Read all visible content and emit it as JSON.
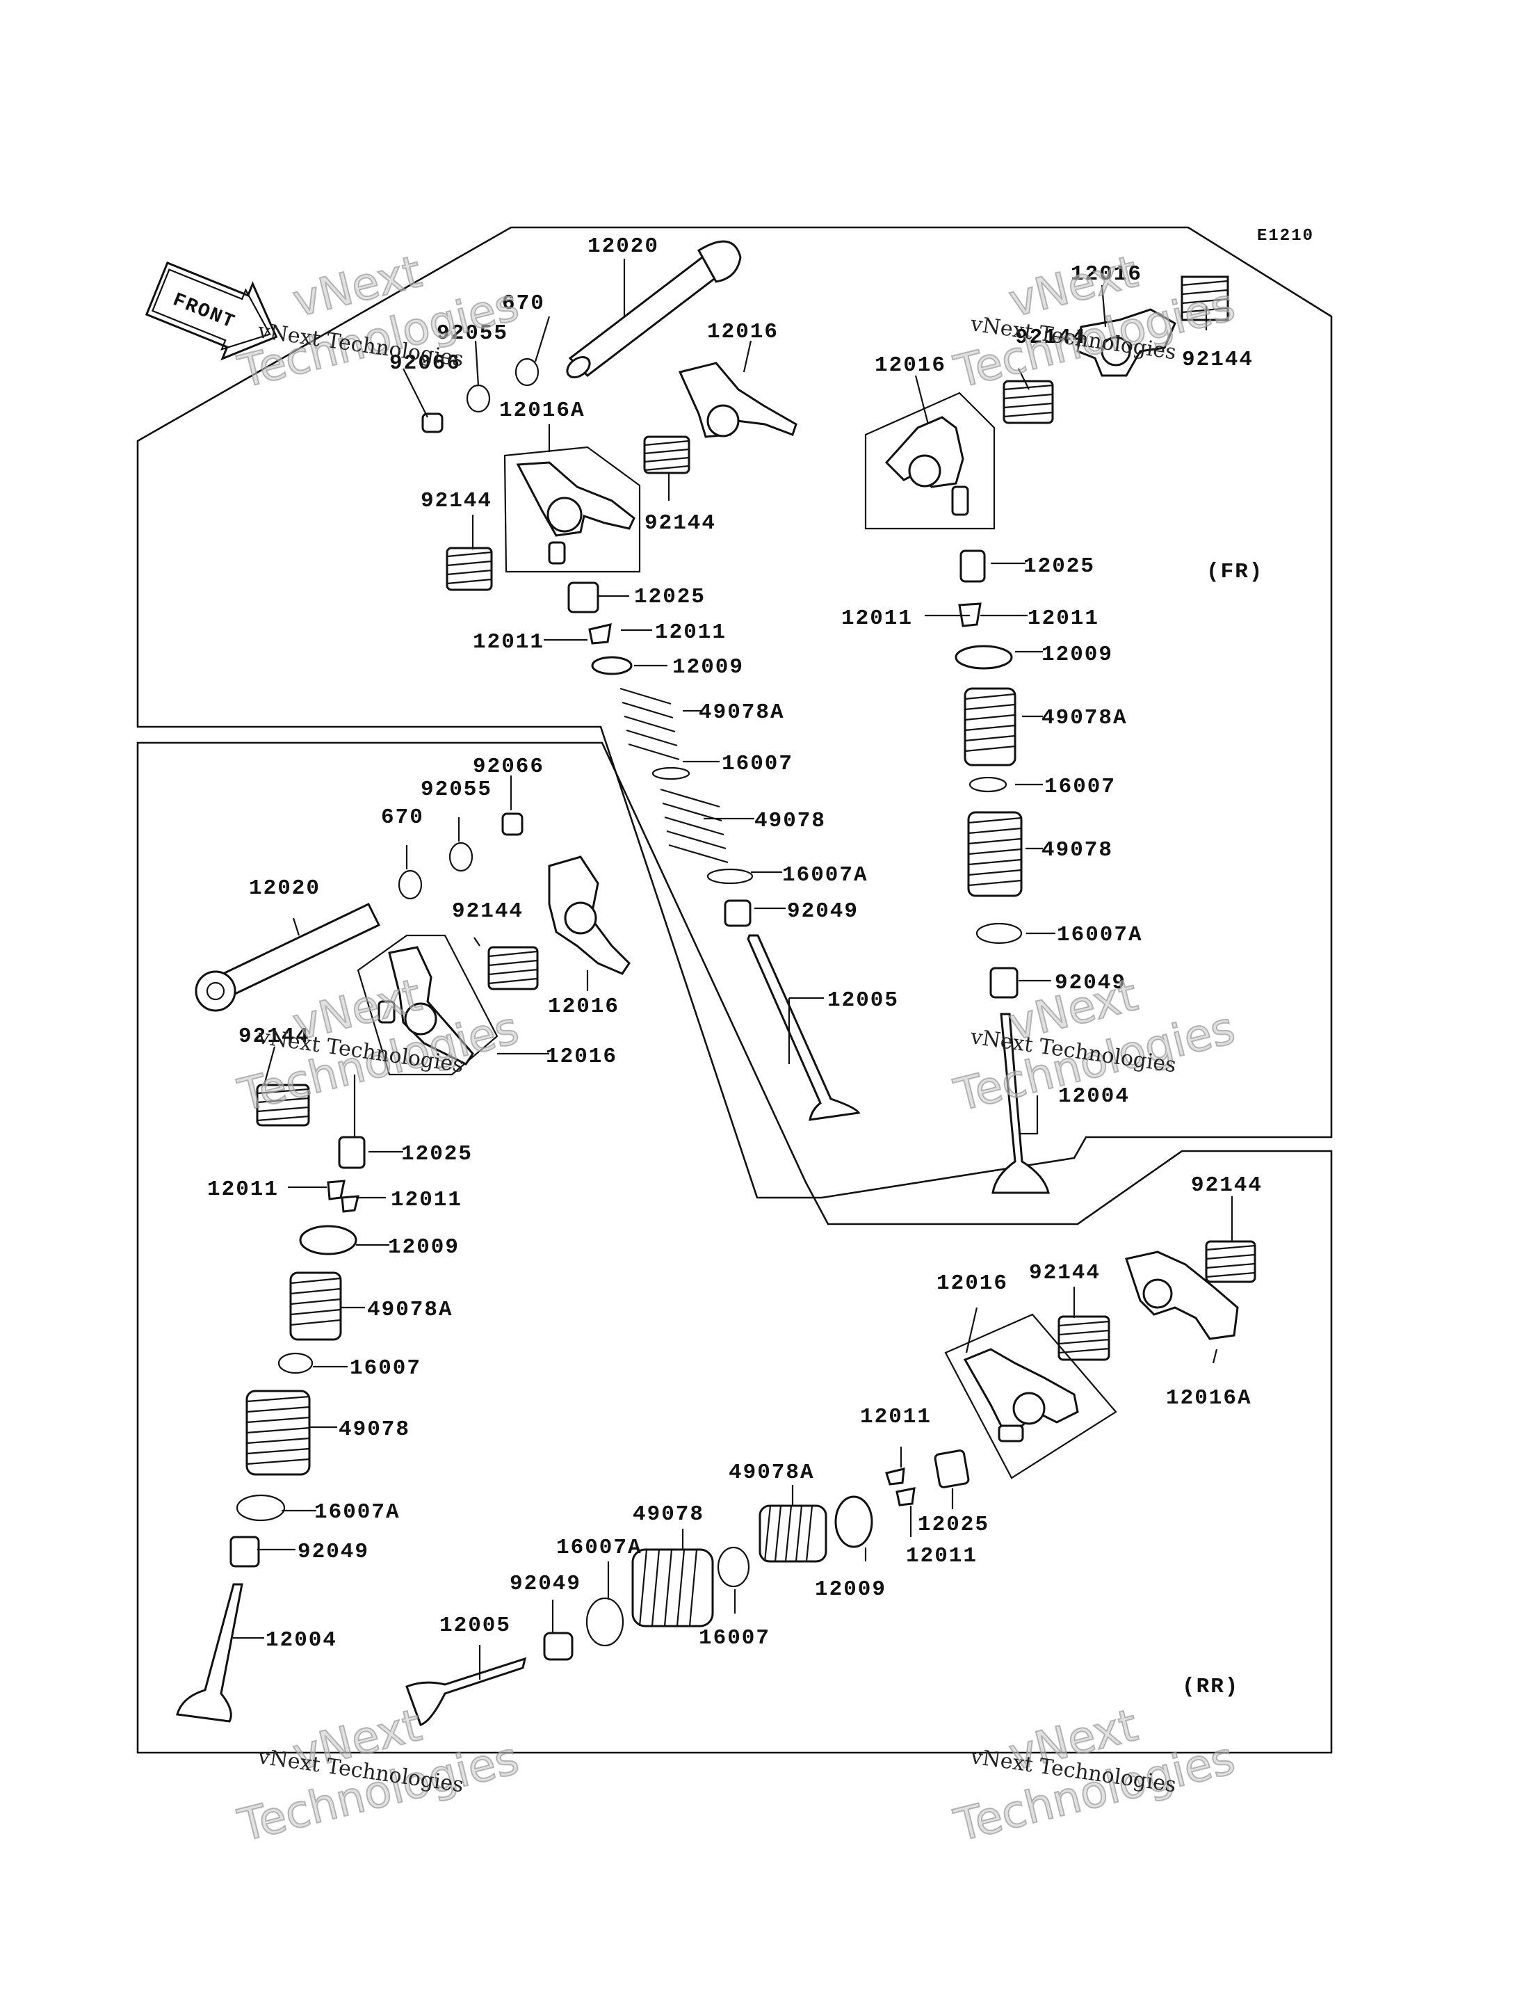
{
  "figure_code": "E1210",
  "front_label": "FRONT",
  "section_labels": {
    "front": "(FR)",
    "rear": "(RR)"
  },
  "watermark": {
    "line1": "vNext Technologies",
    "line2": "vNext",
    "line3": "Technologies"
  },
  "part_labels": [
    "12020",
    "670",
    "92055",
    "92066",
    "12016A",
    "12016",
    "92144",
    "92144",
    "12025",
    "12011",
    "12011",
    "12009",
    "49078A",
    "16007",
    "49078",
    "16007A",
    "92049",
    "12005",
    "12016",
    "92144",
    "92144",
    "12016",
    "12025",
    "12011",
    "12011",
    "12009",
    "49078A",
    "16007",
    "49078",
    "16007A",
    "92049",
    "12004",
    "92066",
    "92055",
    "670",
    "12020",
    "92144",
    "12016",
    "92144",
    "12016",
    "12025",
    "12011",
    "12011",
    "12009",
    "49078A",
    "16007",
    "49078",
    "16007A",
    "92049",
    "12004",
    "92144",
    "12016",
    "92144",
    "12016A",
    "12011",
    "12025",
    "12011",
    "49078A",
    "12009",
    "49078",
    "16007A",
    "16007",
    "92049",
    "12005"
  ]
}
